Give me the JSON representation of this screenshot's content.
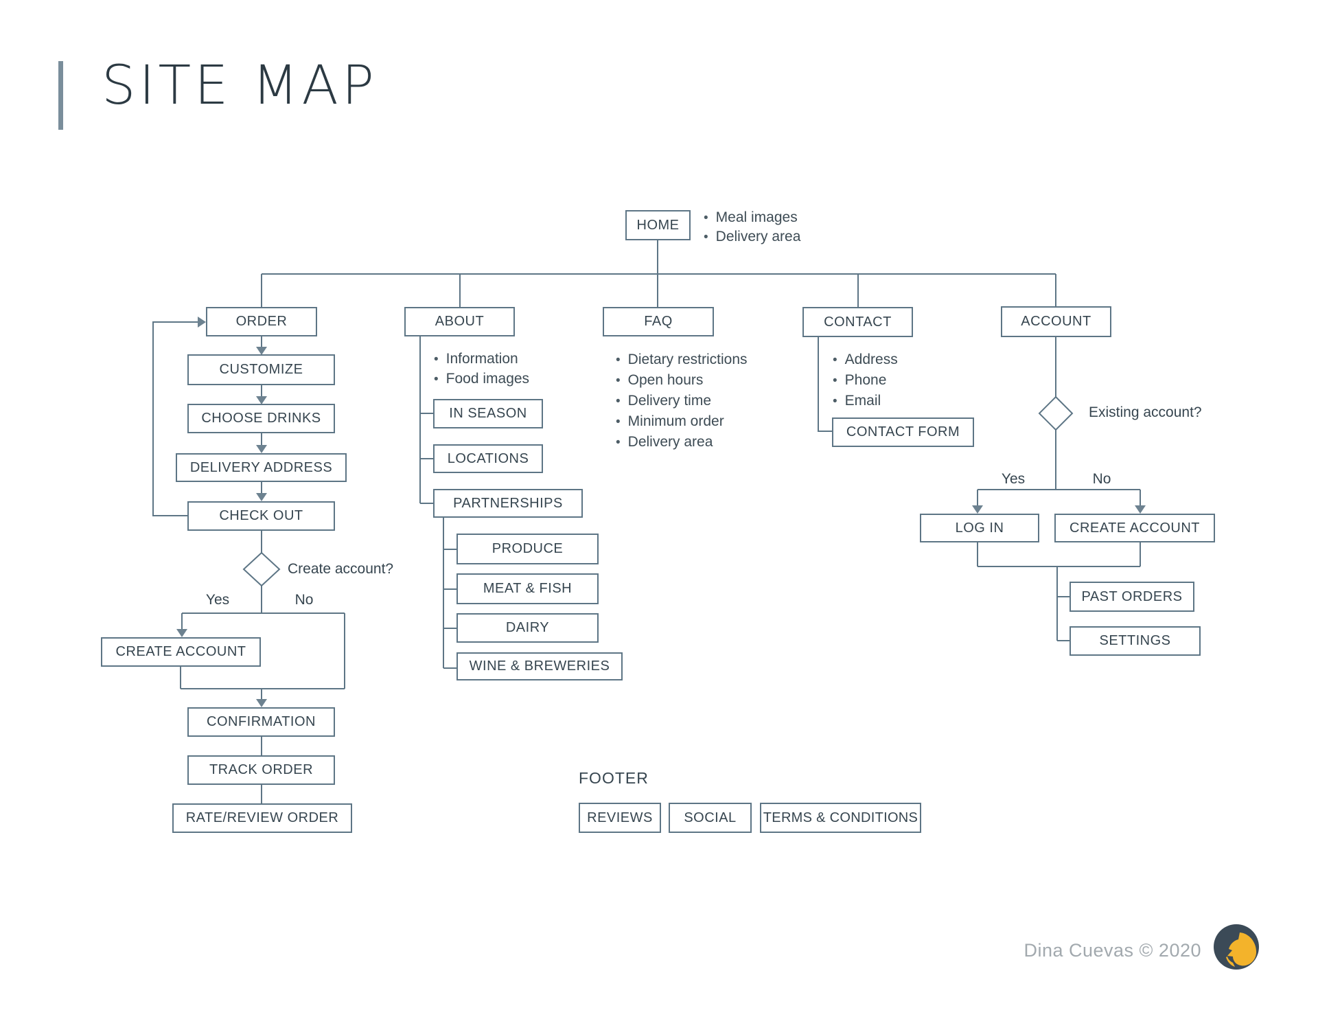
{
  "title": "SITE MAP",
  "credit": "Dina Cuevas © 2020",
  "home": {
    "label": "HOME",
    "bullets": [
      "Meal images",
      "Delivery area"
    ]
  },
  "branches": {
    "order": {
      "label": "ORDER",
      "customize": "CUSTOMIZE",
      "choose_drinks": "CHOOSE DRINKS",
      "delivery_address": "DELIVERY ADDRESS",
      "check_out": "CHECK OUT",
      "decision": "Create account?",
      "yes": "Yes",
      "no": "No",
      "create_account": "CREATE ACCOUNT",
      "confirmation": "CONFIRMATION",
      "track_order": "TRACK ORDER",
      "rate_review": "RATE/REVIEW ORDER"
    },
    "about": {
      "label": "ABOUT",
      "bullets": [
        "Information",
        "Food images"
      ],
      "in_season": "IN SEASON",
      "locations": "LOCATIONS",
      "partnerships": "PARTNERSHIPS",
      "produce": "PRODUCE",
      "meat_fish": "MEAT & FISH",
      "dairy": "DAIRY",
      "wine_breweries": "WINE & BREWERIES"
    },
    "faq": {
      "label": "FAQ",
      "bullets": [
        "Dietary restrictions",
        "Open hours",
        "Delivery time",
        "Minimum order",
        "Delivery area"
      ]
    },
    "contact": {
      "label": "CONTACT",
      "bullets": [
        "Address",
        "Phone",
        "Email"
      ],
      "contact_form": "CONTACT FORM"
    },
    "account": {
      "label": "ACCOUNT",
      "decision": "Existing account?",
      "yes": "Yes",
      "no": "No",
      "log_in": "LOG IN",
      "create_account": "CREATE ACCOUNT",
      "past_orders": "PAST ORDERS",
      "settings": "SETTINGS"
    }
  },
  "footer": {
    "label": "FOOTER",
    "reviews": "REVIEWS",
    "social": "SOCIAL",
    "terms": "TERMS & CONDITIONS"
  },
  "colors": {
    "line": "#5d7585",
    "node_text": "#36454f",
    "accent_bar": "#7a8e9b",
    "credit_text": "#a2a9ae",
    "logo_navy": "#3b4a57",
    "logo_yellow": "#f3b32b"
  }
}
